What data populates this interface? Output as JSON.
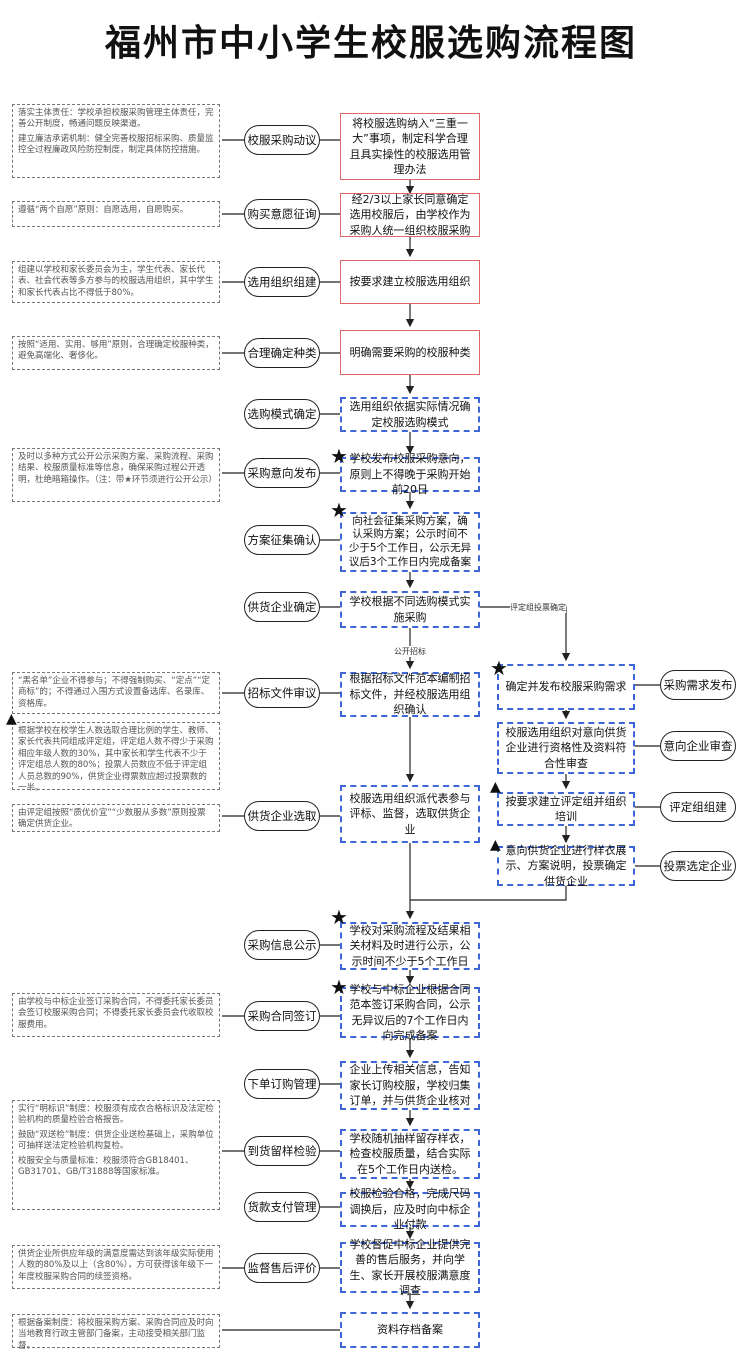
{
  "title": "福州市中小学生校服选购流程图",
  "steps": [
    {
      "label": "校服采购动议",
      "box": "将校服选购纳入“三重一大”事项，制定科学合理且具实操性的校服选用管理办法"
    },
    {
      "label": "购买意愿征询",
      "box": "经2/3以上家长同意确定选用校服后，由学校作为采购人统一组织校服采购"
    },
    {
      "label": "选用组织组建",
      "box": "按要求建立校服选用组织"
    },
    {
      "label": "合理确定种类",
      "box": "明确需要采购的校服种类"
    },
    {
      "label": "选购模式确定",
      "box": "选用组织依据实际情况确定校服选购模式"
    },
    {
      "label": "采购意向发布",
      "box": "学校发布校服采购意向，原则上不得晚于采购开始前20日"
    },
    {
      "label": "方案征集确认",
      "box": "向社会征集采购方案，确认采购方案；公示时间不少于5个工作日，公示无异议后3个工作日内完成备案"
    },
    {
      "label": "供货企业确定",
      "box": "学校根据不同选购模式实施采购"
    },
    {
      "label": "招标文件审议",
      "box": "根据招标文件范本编制招标文件，并经校服选用组织确认"
    },
    {
      "label": "供货企业选取",
      "box": "校服选用组织派代表参与评标、监督，选取供货企业"
    },
    {
      "label": "采购信息公示",
      "box": "学校对采购流程及结果相关材料及时进行公示，公示时间不少于5个工作日"
    },
    {
      "label": "采购合同签订",
      "box": "学校与中标企业根据合同范本签订采购合同，公示无异议后的7个工作日内向完成备案"
    },
    {
      "label": "下单订购管理",
      "box": "企业上传相关信息，告知家长订购校服，学校归集订单，并与供货企业核对"
    },
    {
      "label": "到货留样检验",
      "box": "学校随机抽样留存样衣，检查校服质量，结合实际在5个工作日内送检。"
    },
    {
      "label": "货款支付管理",
      "box": "校服检验合格，完成尺码调换后，应及时向中标企业付款"
    },
    {
      "label": "监督售后评价",
      "box": "学校督促中标企业提供完善的售后服务，并向学生、家长开展校服满意度调查"
    },
    {
      "label": "",
      "box": "资料存档备案"
    }
  ],
  "branch": [
    {
      "label": "采购需求发布",
      "box": "确定并发布校服采购需求"
    },
    {
      "label": "意向企业审查",
      "box": "校服选用组织对意向供货企业进行资格性及资料符合性审查"
    },
    {
      "label": "评定组组建",
      "box": "按要求建立评定组并组织培训"
    },
    {
      "label": "投票选定企业",
      "box": "意向供货企业进行样衣展示、方案说明，投票确定供货企业"
    }
  ],
  "edge_labels": {
    "tender": "公开招标",
    "evaluate": "评定组投票确定"
  },
  "notes": {
    "n1a": "落实主体责任：学校承担校服采购管理主体责任，完善公开制度，畅通问题反映渠道。",
    "n1b": "建立廉洁承诺机制：健全完善校服招标采购、质量监控全过程廉政风险防控制度，制定具体防控措施。",
    "n2": "遵循“两个自愿”原则：自愿选用，自愿购买。",
    "n3": "组建以学校和家长委员会为主，学生代表、家长代表、社会代表等多方参与的校服选用组织，其中学生和家长代表占比不得低于80%。",
    "n4": "按照“适用、实用、够用”原则，合理确定校服种类，避免高端化、奢侈化。",
    "n5": "及时以多种方式公开公示采购方案、采购流程、采购结果、校服质量标准等信息，确保采购过程公开透明，杜绝暗箱操作。（注：带★环节须进行公开公示）",
    "n6": "“黑名单”企业不得参与；不得强制购买、“定点”“定商标”的；不得通过入围方式设置备选库、名录库、资格库。",
    "n7": "根据学校在校学生人数选取合理比例的学生、教师、家长代表共同组成评定组，评定组人数不得少于采购相应年级人数的30%，其中家长和学生代表不少于评定组总人数的80%；投票人员数应不低于评定组人员总数的90%，供货企业得票数应超过投票数的一半。",
    "n8": "由评定组按照“质优价宜”“少数服从多数”原则投票确定供货企业。",
    "n9": "由学校与中标企业签订采购合同，不得委托家长委员会签订校服采购合同；不得委托家长委员会代收取校服费用。",
    "n10a": "实行“明标识”制度：校服须有成衣合格标识及法定检验机构的质量检验合格报告。",
    "n10b": "鼓励“双送检”制度：供货企业送检基础上，采购单位可抽样送法定检验机构复检。",
    "n10c": "校服安全与质量标准：校服须符合GB18401、GB31701、GB/T31888等国家标准。",
    "n11": "供货企业所供应年级的满意度需达到该年级实际使用人数的80%及以上（含80%），方可获得该年级下一年度校服采购合同的续签资格。",
    "n12": "根据备案制度：将校服采购方案、采购合同应及时向当地教育行政主管部门备案，主动接受相关部门监督。"
  },
  "colors": {
    "red_border": "#e06868",
    "blue_dash": "#3f66d6",
    "line": "#222222"
  },
  "star_icon": "★",
  "triangle_icon": "▲"
}
